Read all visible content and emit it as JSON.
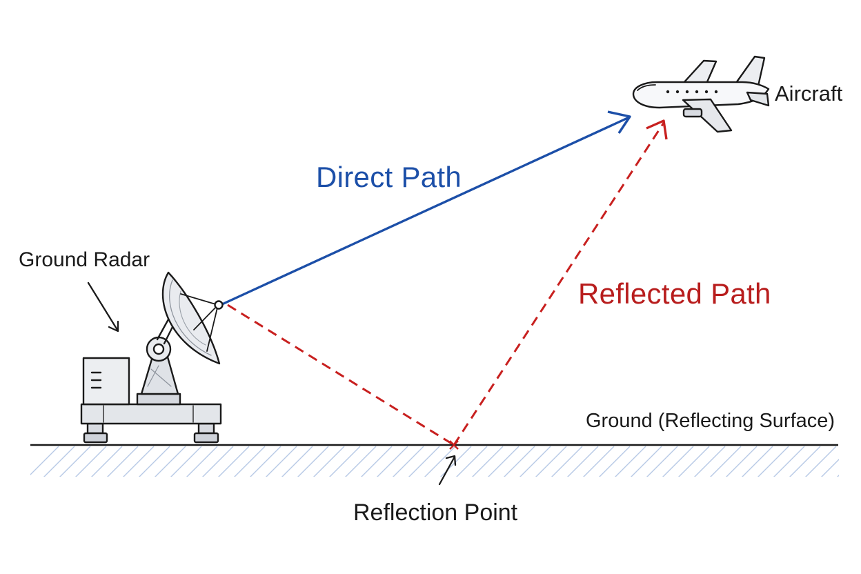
{
  "labels": {
    "aircraft": "Aircraft",
    "direct_path": "Direct Path",
    "reflected_path": "Reflected Path",
    "ground_radar": "Ground Radar",
    "ground": "Ground (Reflecting Surface)",
    "reflection_point": "Reflection Point"
  },
  "colors": {
    "direct_path": "#1c4fa8",
    "reflected_path": "#c8201f",
    "ink": "#1a1a1a",
    "ground_hatch": "#b7c9e6",
    "equipment_fill": "#e6e8ec"
  },
  "icons": [
    "radar-dish-icon",
    "aircraft-icon"
  ]
}
